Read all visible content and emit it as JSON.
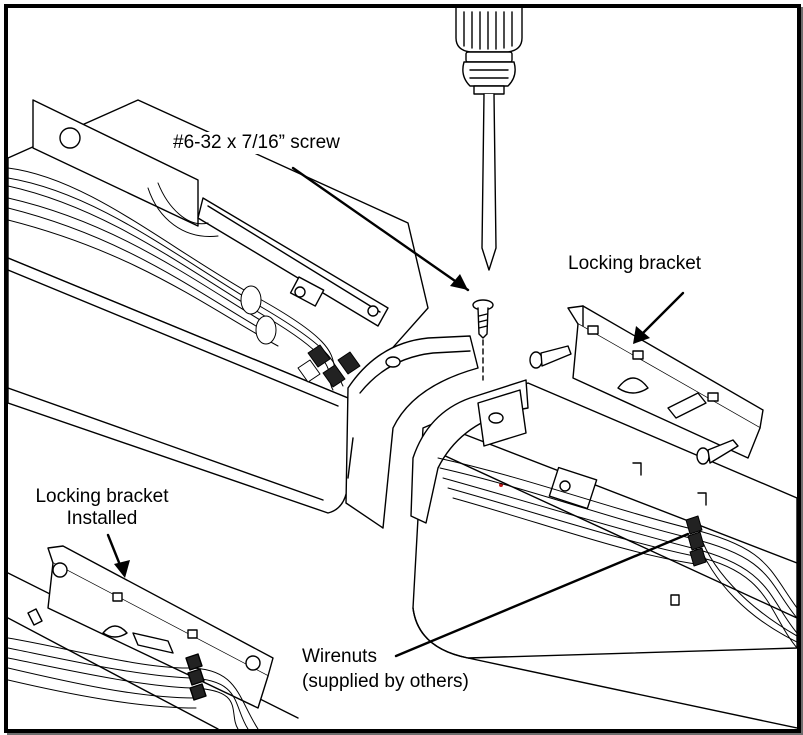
{
  "callouts": {
    "screw": "#6-32 x 7/16” screw",
    "locking_bracket": "Locking bracket",
    "installed_line1": "Locking bracket",
    "installed_line2": "Installed",
    "wirenuts_line1": "Wirenuts",
    "wirenuts_line2": "(supplied by others)"
  },
  "colors": {
    "line": "#000000",
    "background": "#ffffff",
    "accent": "#c01818"
  }
}
